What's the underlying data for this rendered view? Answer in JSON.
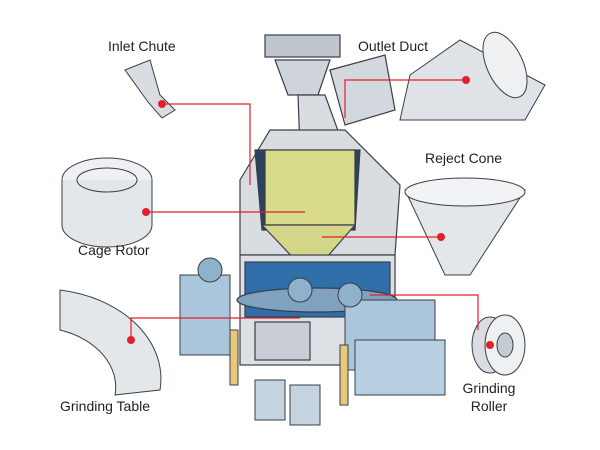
{
  "labels": {
    "inlet_chute": "Inlet Chute",
    "outlet_duct": "Outlet Duct",
    "reject_cone": "Reject Cone",
    "cage_rotor": "Cage Rotor",
    "grinding_table": "Grinding Table",
    "grinding_roller_line1": "Grinding",
    "grinding_roller_line2": "Roller"
  },
  "colors": {
    "leader": "#e0202a",
    "body": "#d9dde2",
    "outline": "#3a3f47",
    "rotor": "#d8db8a",
    "interior": "#2f6ea8",
    "machinery": "#a9c6dc",
    "cylinder": "#e8c879"
  }
}
